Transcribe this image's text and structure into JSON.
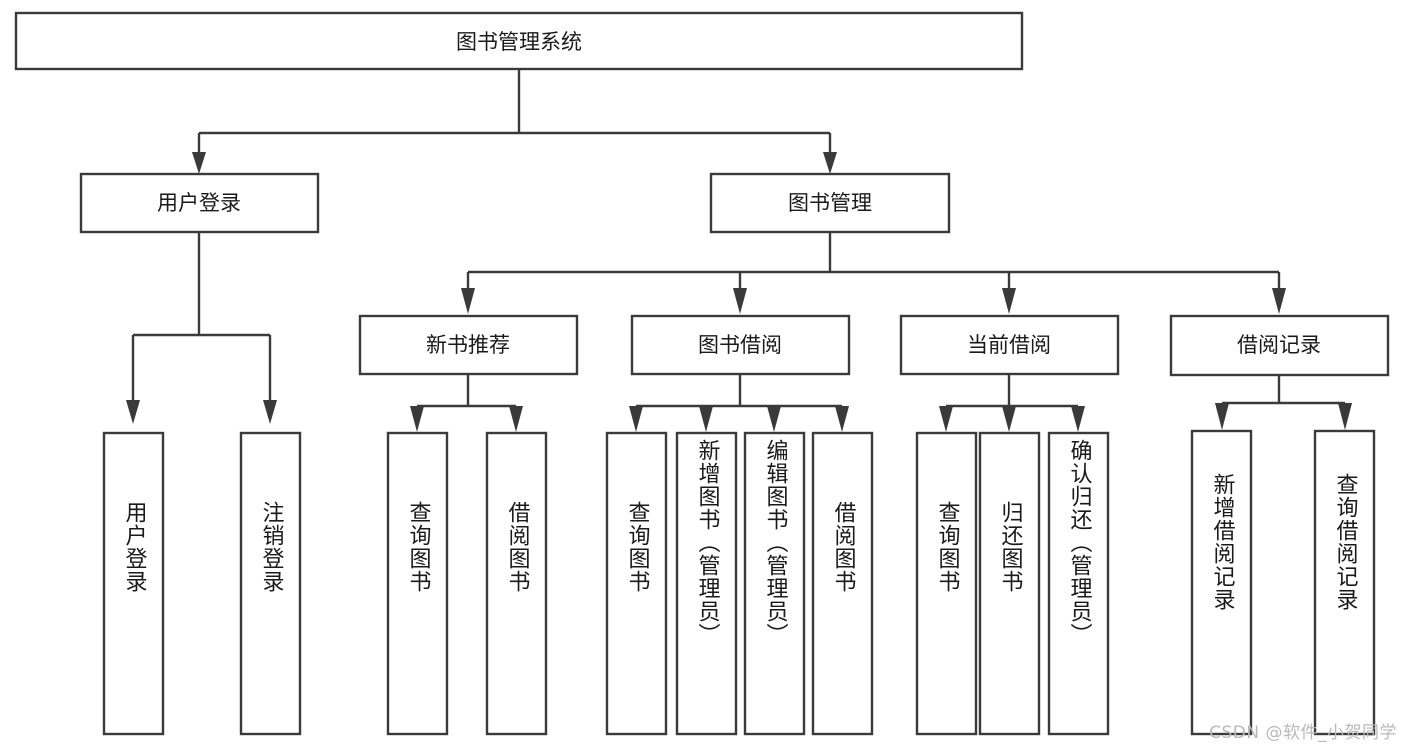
{
  "diagram": {
    "kind": "function-structure-tree",
    "root": {
      "id": "root",
      "label": "图书管理系统"
    },
    "level2": [
      {
        "id": "user-login",
        "label": "用户登录"
      },
      {
        "id": "book-manage",
        "label": "图书管理"
      }
    ],
    "level3": [
      {
        "id": "new-book-recommend",
        "label": "新书推荐",
        "parent": "book-manage"
      },
      {
        "id": "book-borrow",
        "label": "图书借阅",
        "parent": "book-manage"
      },
      {
        "id": "current-borrow",
        "label": "当前借阅",
        "parent": "book-manage"
      },
      {
        "id": "borrow-record",
        "label": "借阅记录",
        "parent": "book-manage"
      }
    ],
    "leaves": {
      "user-login": [
        {
          "id": "leaf-user-login",
          "label": "用户登录"
        },
        {
          "id": "leaf-user-logout",
          "label": "注销登录"
        }
      ],
      "new-book-recommend": [
        {
          "id": "leaf-query-book-1",
          "label": "查询图书"
        },
        {
          "id": "leaf-borrow-book-1",
          "label": "借阅图书"
        }
      ],
      "book-borrow": [
        {
          "id": "leaf-query-book-2",
          "label": "查询图书"
        },
        {
          "id": "leaf-add-book",
          "label": "新增图书（管理员）"
        },
        {
          "id": "leaf-edit-book",
          "label": "编辑图书（管理员）"
        },
        {
          "id": "leaf-borrow-book-2",
          "label": "借阅图书"
        }
      ],
      "current-borrow": [
        {
          "id": "leaf-query-book-3",
          "label": "查询图书"
        },
        {
          "id": "leaf-return-book",
          "label": "归还图书"
        },
        {
          "id": "leaf-confirm-return",
          "label": "确认归还（管理员）"
        }
      ],
      "borrow-record": [
        {
          "id": "leaf-add-record",
          "label": "新增借阅记录"
        },
        {
          "id": "leaf-query-record",
          "label": "查询借阅记录"
        }
      ]
    }
  },
  "watermark": {
    "text": "CSDN @软件_小贺同学"
  },
  "colors": {
    "stroke": "#3a3a3a",
    "box_fill": "#ffffff",
    "text": "#1a1a1a",
    "background": "#ffffff",
    "watermark": "#b9b9b9"
  }
}
